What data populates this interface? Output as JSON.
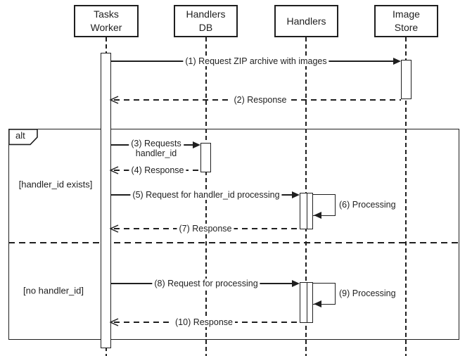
{
  "diagram_type": "uml-sequence-diagram",
  "colors": {
    "line": "#1f1f1f",
    "background": "#ffffff"
  },
  "actors": [
    {
      "id": "tasks-worker",
      "label": "Tasks\nWorker"
    },
    {
      "id": "handlers-db",
      "label": "Handlers\nDB"
    },
    {
      "id": "handlers",
      "label": "Handlers"
    },
    {
      "id": "image-store",
      "label": "Image\nStore"
    }
  ],
  "fragment": {
    "operator": "alt",
    "guards": [
      "[handler_id exists]",
      "[no handler_id]"
    ]
  },
  "messages": [
    {
      "label": "(1) Request ZIP archive with images",
      "from": "Tasks Worker",
      "to": "Image Store",
      "style": "solid"
    },
    {
      "label": "(2) Response",
      "from": "Image Store",
      "to": "Tasks Worker",
      "style": "dashed"
    },
    {
      "label": "(3) Requests\nhandler_id",
      "from": "Tasks Worker",
      "to": "Handlers DB",
      "style": "solid"
    },
    {
      "label": "(4) Response",
      "from": "Handlers DB",
      "to": "Tasks Worker",
      "style": "dashed"
    },
    {
      "label": "(5) Request for handler_id processing",
      "from": "Tasks Worker",
      "to": "Handlers",
      "style": "solid"
    },
    {
      "label": "(6) Processing",
      "from": "Handlers",
      "to": "Handlers",
      "style": "self"
    },
    {
      "label": "(7) Response",
      "from": "Handlers",
      "to": "Tasks Worker",
      "style": "dashed"
    },
    {
      "label": "(8) Request for processing",
      "from": "Tasks Worker",
      "to": "Handlers",
      "style": "solid"
    },
    {
      "label": "(9) Processing",
      "from": "Handlers",
      "to": "Handlers",
      "style": "self"
    },
    {
      "label": "(10) Response",
      "from": "Handlers",
      "to": "Tasks Worker",
      "style": "dashed"
    }
  ]
}
